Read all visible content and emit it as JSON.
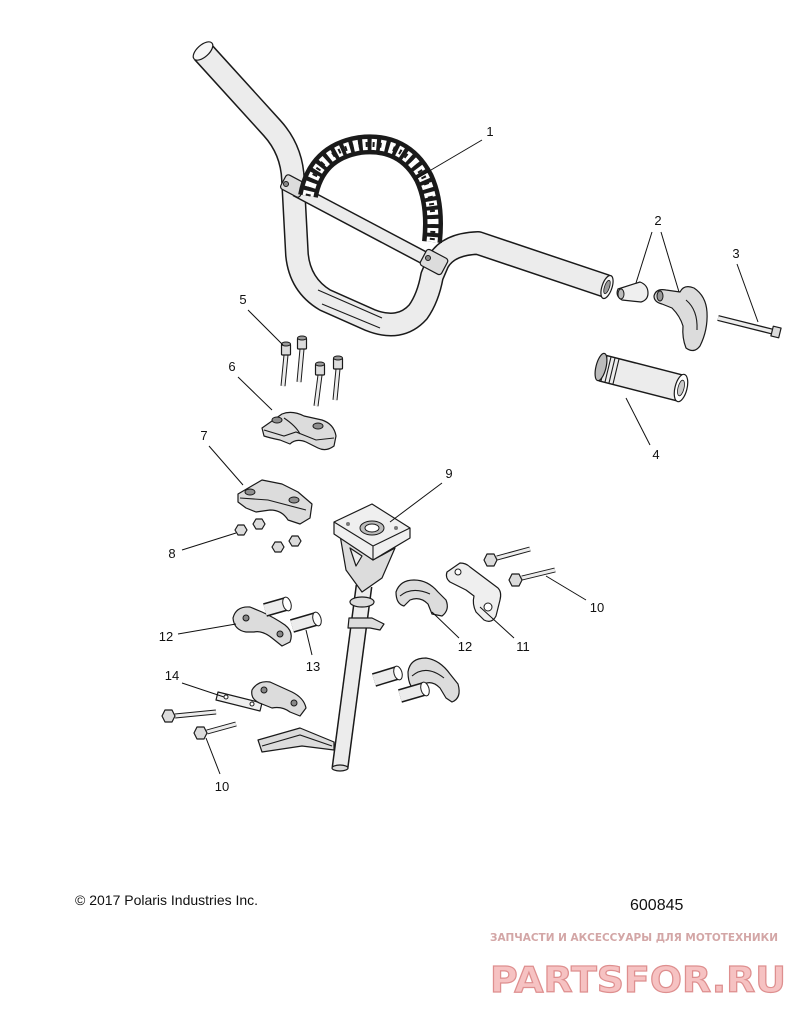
{
  "diagram": {
    "callouts": [
      "1",
      "2",
      "3",
      "4",
      "5",
      "6",
      "7",
      "8",
      "9",
      "10",
      "11",
      "12",
      "12",
      "13",
      "14",
      "10"
    ],
    "copyright": "© 2017 Polaris Industries Inc.",
    "part_number": "600845"
  },
  "watermark": {
    "tagline": "ЗАПЧАСТИ И АКСЕССУАРЫ ДЛЯ МОТОТЕХНИКИ",
    "logo": "PARTSFOR.RU"
  }
}
